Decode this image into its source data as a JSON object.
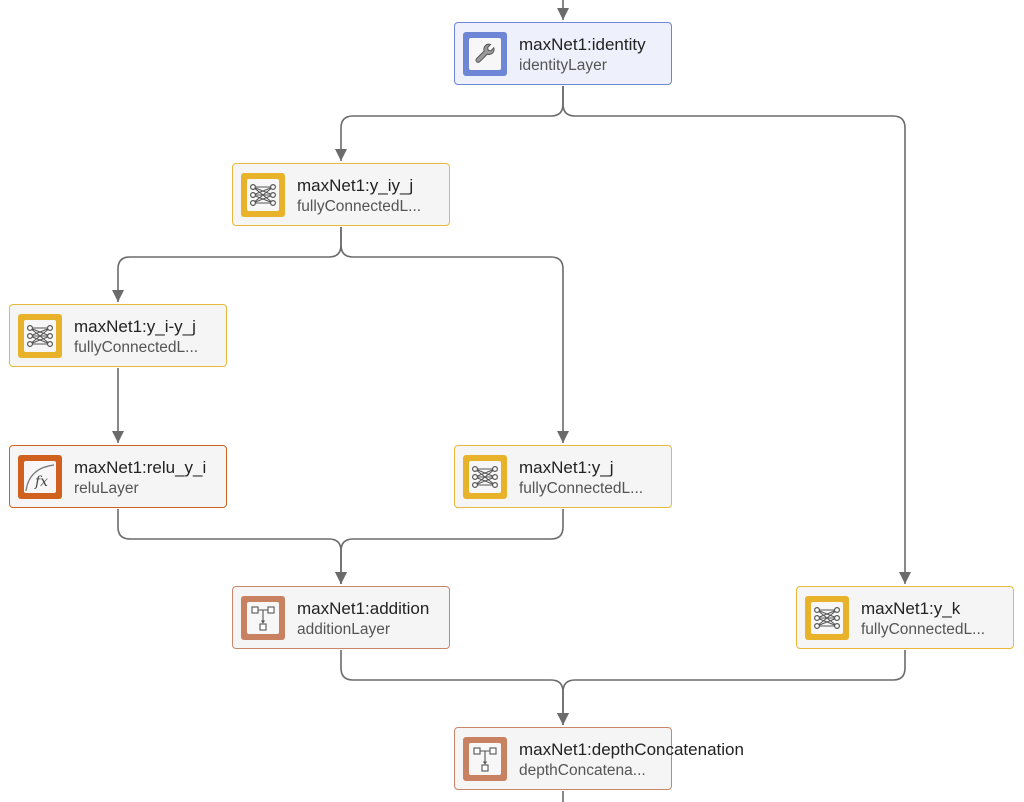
{
  "nodes": [
    {
      "name": "maxNet1:identity",
      "type": "identityLayer",
      "icon": "wrench-icon"
    },
    {
      "name": "maxNet1:y_iy_j",
      "type": "fullyConnectedL...",
      "icon": "network-icon"
    },
    {
      "name": "maxNet1:y_i-y_j",
      "type": "fullyConnectedL...",
      "icon": "network-icon"
    },
    {
      "name": "maxNet1:relu_y_i",
      "type": "reluLayer",
      "icon": "function-fx-icon"
    },
    {
      "name": "maxNet1:y_j",
      "type": "fullyConnectedL...",
      "icon": "network-icon"
    },
    {
      "name": "maxNet1:addition",
      "type": "additionLayer",
      "icon": "merge-icon"
    },
    {
      "name": "maxNet1:y_k",
      "type": "fullyConnectedL...",
      "icon": "network-icon"
    },
    {
      "name": "maxNet1:depthConcatenation",
      "type": "depthConcatena...",
      "icon": "merge-icon"
    }
  ],
  "colors": {
    "selected_border": "#6e86d6",
    "fc_icon": "#e9b22b",
    "relu_icon": "#d0601d",
    "merge_icon": "#c98261",
    "edge": "#6b6b6b"
  }
}
